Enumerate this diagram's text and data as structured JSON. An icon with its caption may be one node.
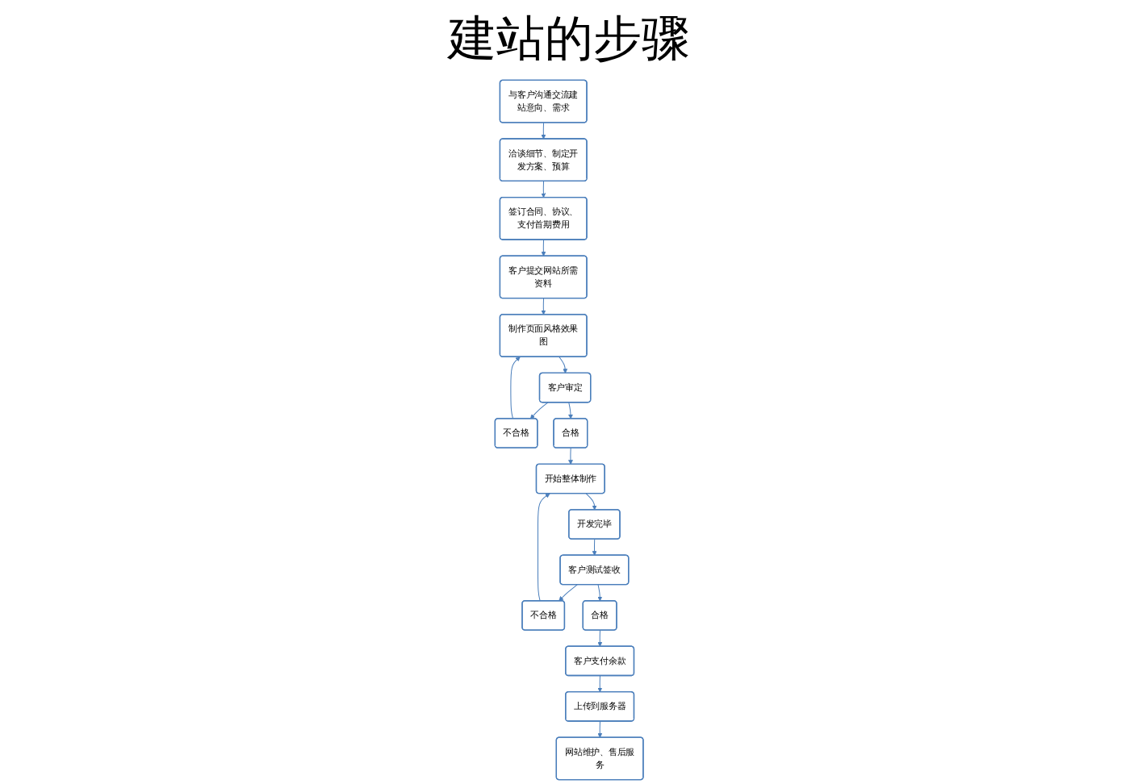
{
  "diagram": {
    "title": "建站的步骤",
    "nodes": [
      {
        "text": [
          "与客户沟通交流建站意向、需求"
        ]
      },
      {
        "text": [
          "洽谈细节、制定开发方案、预算"
        ]
      },
      {
        "text": [
          "签订合同、协议、支付首期费用"
        ]
      },
      {
        "text": [
          "客户提交网站所需资料"
        ]
      },
      {
        "text": [
          "不合格"
        ]
      },
      {
        "text": [
          "制作页面风格效果图"
        ]
      },
      {
        "text": [
          "开发完毕"
        ]
      },
      {
        "text": [
          "开始整体制作"
        ]
      },
      {
        "text": [
          "合格"
        ]
      },
      {
        "text": [
          "客户审定"
        ]
      },
      {
        "text": [
          "客户测试签收"
        ]
      },
      {
        "text": [
          "不合格"
        ]
      },
      {
        "text": [
          "合格"
        ]
      },
      {
        "text": [
          "客户支付余款"
        ]
      },
      {
        "text": [
          "上传到服务器"
        ]
      },
      {
        "text": [
          "网站维护、售后服务"
        ]
      }
    ],
    "edges": [
      {
        "from": 0,
        "to": 1,
        "arrow": "to"
      },
      {
        "from": 1,
        "to": 2,
        "arrow": "to"
      },
      {
        "from": 2,
        "to": 3,
        "arrow": "to"
      },
      {
        "from": 3,
        "to": 5,
        "arrow": "to"
      },
      {
        "from": 4,
        "to": 5,
        "arrow": "to"
      },
      {
        "from": 5,
        "to": 9,
        "arrow": "to"
      },
      {
        "from": 9,
        "to": 4,
        "arrow": "to"
      },
      {
        "from": 9,
        "to": 8,
        "arrow": "to"
      },
      {
        "from": 8,
        "to": 7,
        "arrow": "to"
      },
      {
        "from": 7,
        "to": 6,
        "arrow": "to"
      },
      {
        "from": 6,
        "to": 10,
        "arrow": "to"
      },
      {
        "from": 10,
        "to": 11,
        "arrow": "to"
      },
      {
        "from": 11,
        "to": 7,
        "arrow": "to"
      },
      {
        "from": 10,
        "to": 12,
        "arrow": "to"
      },
      {
        "from": 12,
        "to": 13,
        "arrow": "to"
      },
      {
        "from": 13,
        "to": 14,
        "arrow": "to"
      },
      {
        "from": 14,
        "to": 15,
        "arrow": "to"
      }
    ]
  }
}
